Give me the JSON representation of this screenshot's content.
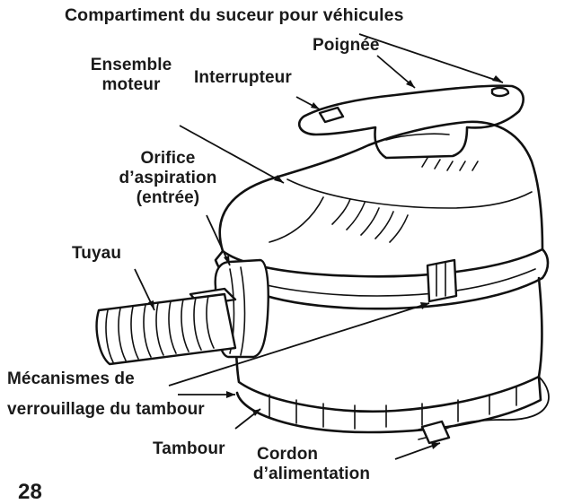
{
  "labels": {
    "vehicle_nozzle_compartment": "Compartiment du suceur pour véhicules",
    "handle": "Poignée",
    "motor_assembly_line1": "Ensemble",
    "motor_assembly_line2": "moteur",
    "switch": "Interrupteur",
    "inlet_line1": "Orifice",
    "inlet_line2": "d’aspiration",
    "inlet_line3": "(entrée)",
    "hose": "Tuyau",
    "drum_latches_line1": "Mécanismes de",
    "drum_latches_line2": "verrouillage du tambour",
    "drum": "Tambour",
    "power_cord_line1": "Cordon",
    "power_cord_line2": "d’alimentation"
  },
  "page_number": "28"
}
